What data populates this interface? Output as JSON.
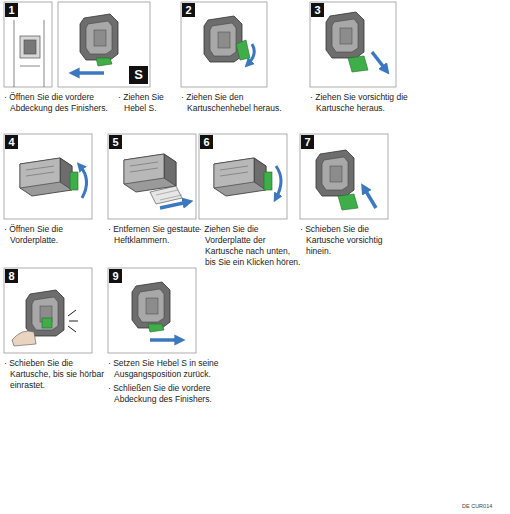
{
  "diagram": {
    "labels": [
      "1",
      "· Öffnen Sie die vordere Abdeckung des Finishers.",
      "S",
      "· Ziehen Sie Hebel S.",
      "2",
      "· Ziehen Sie den Kartuschenhebel heraus.",
      "3",
      "· Ziehen Sie vorsichtig die Kartusche heraus.",
      "4",
      "· Öffnen Sie die Vorderplatte.",
      "5",
      "· Entfernen Sie gestaute Heftklammern.",
      "6",
      "· Ziehen Sie die Vorderplatte der Kartusche nach unten, bis Sie ein Klicken hören.",
      "7",
      "· Schieben Sie die Kartusche vorsichtig hinein.",
      "8",
      "· Schieben Sie die Kartusche, bis sie hörbar einrastet.",
      "9",
      "· Setzen Sie Hebel S in seine Ausgangsposition zurück.",
      "· Schließen Sie die vordere Abdeckung des Finishers.",
      "DE CUR014"
    ]
  }
}
